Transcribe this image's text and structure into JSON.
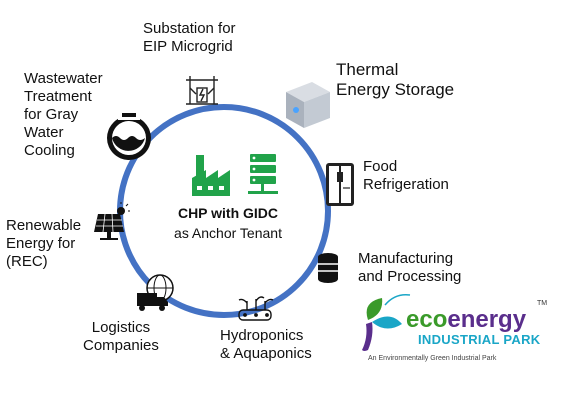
{
  "center": {
    "line1_prefix": "CHP with ",
    "line1_highlight": "GIDC",
    "line2": "as Anchor Tenant"
  },
  "nodes": {
    "substation": {
      "label_line1": "Substation for",
      "label_line2": "EIP Microgrid",
      "icon": "substation-icon"
    },
    "thermal": {
      "label_line1": "Thermal",
      "label_line2": "Energy Storage",
      "icon": "thermal-storage-icon"
    },
    "food": {
      "label_line1": "Food",
      "label_line2": "Refrigeration",
      "icon": "refrigerator-icon"
    },
    "manufacturing": {
      "label_line1": "Manufacturing",
      "label_line2": "and Processing",
      "icon": "database-stack-icon"
    },
    "hydroponics": {
      "label_line1": "Hydroponics",
      "label_line2": "& Aquaponics",
      "icon": "seedling-tray-icon"
    },
    "logistics": {
      "label_line1": "Logistics",
      "label_line2": "Companies",
      "icon": "truck-globe-icon"
    },
    "renewable": {
      "label_line1": "Renewable",
      "label_line2": "Energy for",
      "label_line3": "(REC)",
      "icon": "solar-panel-icon"
    },
    "wastewater": {
      "label_line1": "Wastewater",
      "label_line2": "Treatment",
      "label_line3": "for Gray",
      "label_line4": "Water",
      "label_line5": "Cooling",
      "icon": "water-treatment-icon"
    }
  },
  "logo": {
    "word_eco": "eco",
    "word_energy": "energy",
    "tm": "TM",
    "subtitle": "INDUSTRIAL PARK",
    "tagline": "An Environmentally Green Industrial Park"
  },
  "colors": {
    "ring": "#4472c4",
    "center_icons": "#21a34a",
    "logo_green": "#3a9a2a",
    "logo_teal": "#1aa6c7",
    "logo_purple": "#5a2e8c"
  }
}
